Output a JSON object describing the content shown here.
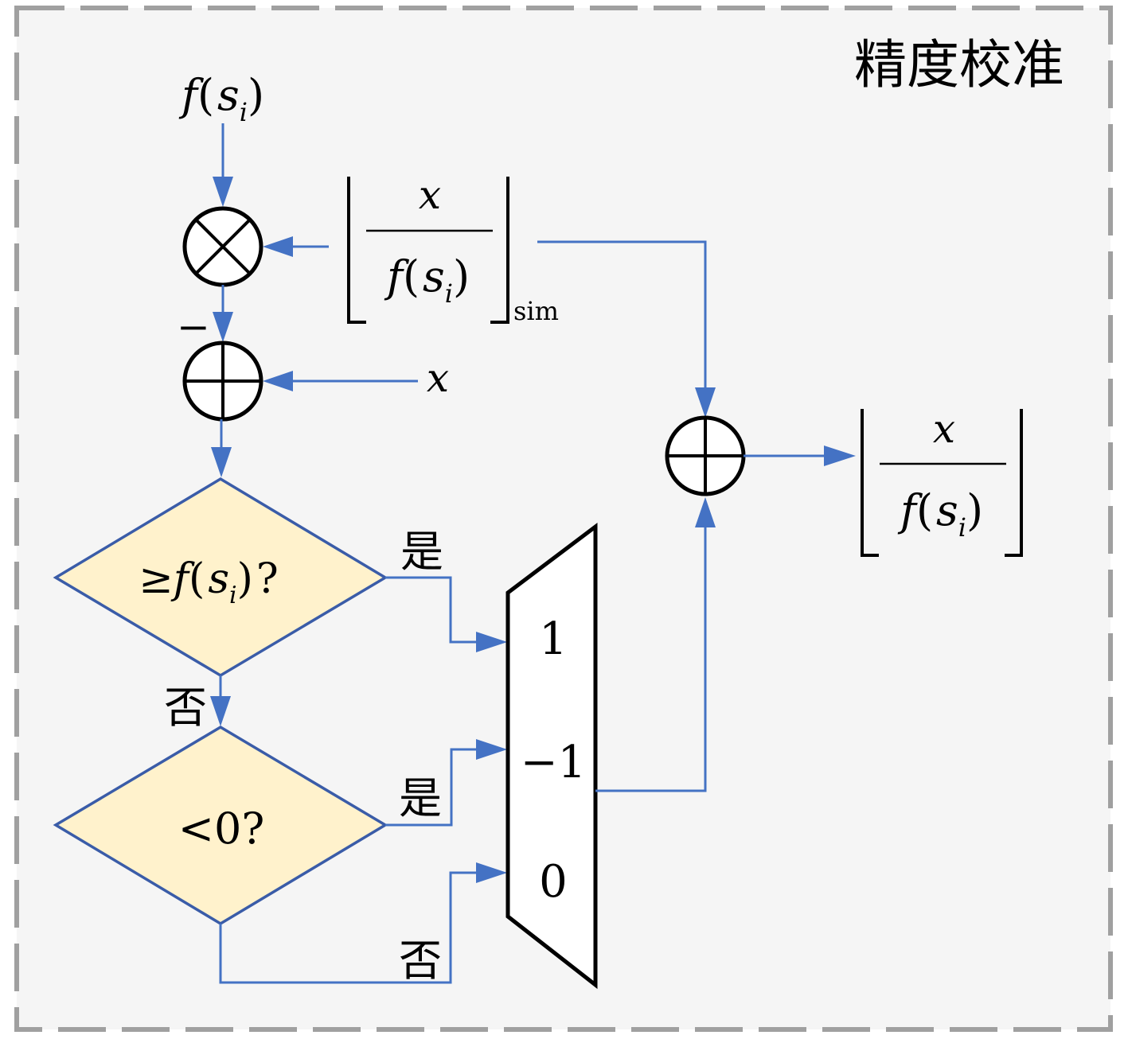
{
  "title": "精度校准",
  "colors": {
    "background": "#f5f5f5",
    "border": "#a0a0a0",
    "wire": "#4472c4",
    "diamond_fill": "#fff2cc",
    "diamond_stroke": "#3a5ca8",
    "node_fill": "#ffffff"
  },
  "input_top": {
    "f": "f",
    "open": "(",
    "s": "s",
    "sub": "i",
    "close": ")"
  },
  "frac_sim": {
    "numerator": "x",
    "denominator": {
      "f": "f",
      "open": "(",
      "s": "s",
      "sub": "i",
      "close": ")"
    },
    "subscript": "sim"
  },
  "minus_sign": "−",
  "input_x": "x",
  "decision1": {
    "prefix": "≥",
    "f": "f",
    "open": "(",
    "s": "s",
    "sub": "i",
    "close": ")",
    "q": "?"
  },
  "decision2": {
    "text": "<0?"
  },
  "labels": {
    "yes": "是",
    "no": "否"
  },
  "mux": {
    "inputs": [
      "1",
      "−1",
      "0"
    ]
  },
  "frac_out": {
    "numerator": "x",
    "denominator": {
      "f": "f",
      "open": "(",
      "s": "s",
      "sub": "i",
      "close": ")"
    }
  },
  "nodes": {
    "multiplier": "multiply",
    "adder1": "add",
    "adder2": "add"
  }
}
